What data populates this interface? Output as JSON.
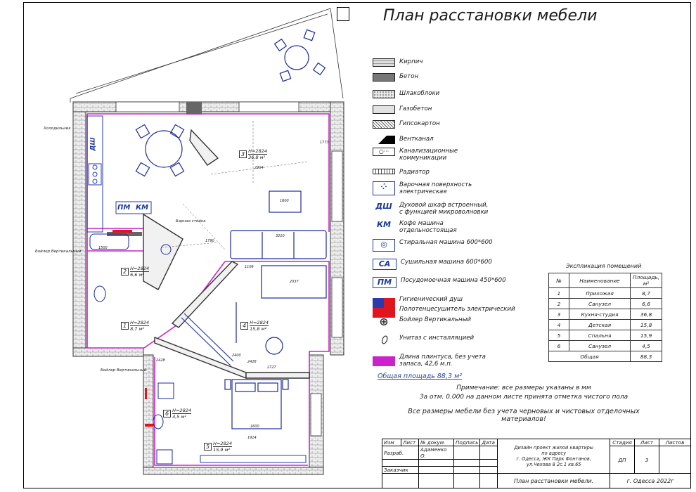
{
  "title": "План расстановки мебели",
  "legend": [
    {
      "label": "Кирпич",
      "swatch": "brick"
    },
    {
      "label": "Бетон",
      "swatch": "concrete"
    },
    {
      "label": "Шлакоблоки",
      "swatch": "slag"
    },
    {
      "label": "Газобетон",
      "swatch": "aerated"
    },
    {
      "label": "Гипсокартон",
      "swatch": "drywall"
    },
    {
      "label": "Вентканал",
      "swatch": "vent"
    },
    {
      "label": "Канализационные\nкоммуникации",
      "swatch": "sewer"
    },
    {
      "label": "Радиатор",
      "swatch": "radiator"
    },
    {
      "label": "Варочная поверхность\nэлектрическая",
      "symbol": "hob-icon"
    },
    {
      "label": "Духовой шкаф встроенный,\nс функцией микроволновки",
      "symbol_text": "ДШ"
    },
    {
      "label": "Кофе машина\nотдельностоящая",
      "symbol_text": "КМ"
    },
    {
      "label": "Стиральная машина 600*600",
      "symbol": "washer-icon"
    },
    {
      "label": "Сушильная машина 600*600",
      "symbol_text": "СА"
    },
    {
      "label": "Посудомоечная машина 450*600",
      "symbol_text": "ПМ"
    },
    {
      "label": "Гигиенический душ",
      "symbol": "shower-icon"
    },
    {
      "label": "Полотенцесушитель электрический",
      "symbol": "towel-icon"
    },
    {
      "label": "Бойлер Вертикальный",
      "symbol": "boiler-icon"
    },
    {
      "label": "Унитаз с инсталляцией",
      "symbol": "toilet-icon"
    },
    {
      "label": "Длина плинтуса, без учета\nзапаса, 42,6 м.п.",
      "symbol": "plinth-line-icon"
    }
  ],
  "explication": {
    "title": "Экспликация помещений",
    "headers": [
      "№",
      "Наименование",
      "Площадь, м²"
    ],
    "rows": [
      [
        "1",
        "Прихожая",
        "8,7"
      ],
      [
        "2",
        "Санузел",
        "6,6"
      ],
      [
        "3",
        "Кухня-студия",
        "36,8"
      ],
      [
        "4",
        "Детская",
        "15,8"
      ],
      [
        "5",
        "Спальня",
        "15,9"
      ],
      [
        "6",
        "Санузел",
        "4,5"
      ]
    ],
    "total_label": "Общая",
    "total_value": "88,3"
  },
  "total_area": "Общая площадь 88,3 м²",
  "notes": [
    "Примечание: все размеры указаны в мм",
    "За отм. 0.000 на данном листе принята отметка чистого пола",
    "Все размеры мебели без учета черновых и чистовых отделочных материалов!"
  ],
  "stamp": {
    "h_izm": "Изм",
    "h_list": "Лист",
    "h_doc": "№ докум.",
    "h_sign": "Подпись",
    "h_date": "Дата",
    "razrab": "Разраб.",
    "author": "Адаменко О.",
    "zakazchik": "Заказчик",
    "project": "Дизайн проект жилой квартиры\nпо адресу\nг. Одесса, ЖК Парк Фонтанов,\nул.Чехова 8 2с.1 кв.65",
    "h_stage": "Стадия",
    "h_sheet": "Лист",
    "h_sheets": "Листов",
    "stage": "ДП",
    "sheet": "3",
    "sheet_title": "План расстановки мебели.",
    "city": "г. Одесса 2022г"
  },
  "rooms": [
    {
      "num": "1",
      "h": "Н=2824",
      "area": "8,7 м²"
    },
    {
      "num": "2",
      "h": "Н=2824",
      "area": "6,6 м²"
    },
    {
      "num": "3",
      "h": "Н=2824",
      "area": "36,8 м²"
    },
    {
      "num": "4",
      "h": "Н=2824",
      "area": "15,8 м²"
    },
    {
      "num": "5",
      "h": "Н=2824",
      "area": "15,9 м²"
    },
    {
      "num": "6",
      "h": "Н=2824",
      "area": "4,5 м²"
    }
  ],
  "plan_labels": {
    "fridge": "Холодильник",
    "dishwasher_short": "ПМ",
    "coffee_short": "КМ",
    "oven_short": "ДШ",
    "bar": "Барная стойка",
    "boiler1": "Бойлер Вертикальный",
    "boiler2": "Бойлер Вертикальный",
    "dims": [
      "2904",
      "3210",
      "1600",
      "2037",
      "2400",
      "1914",
      "1600",
      "1106",
      "1790",
      "2428",
      "2428",
      "2727",
      "1500",
      "1773"
    ]
  },
  "colors": {
    "outline": "#cc22cc",
    "walls": "#5a5a5a",
    "blue": "#2a3ab0",
    "red": "#e0151e"
  }
}
